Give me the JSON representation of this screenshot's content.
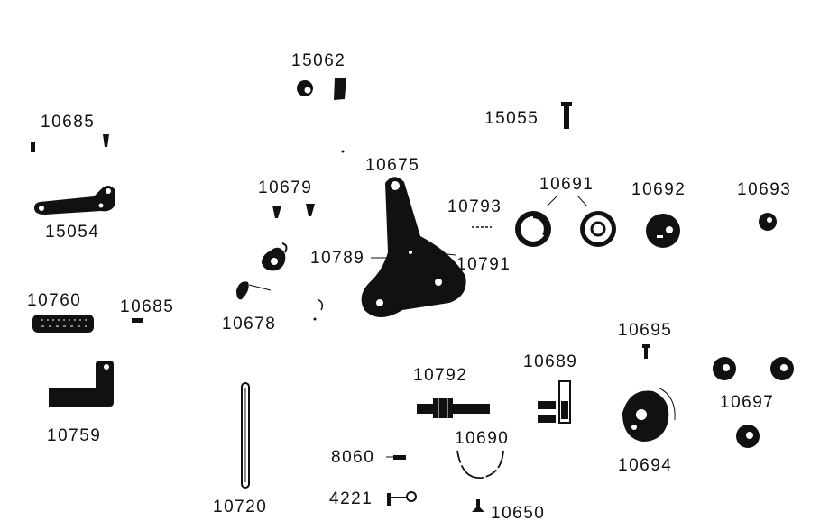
{
  "labels": {
    "p15062": "15062",
    "p10685a": "10685",
    "p15055": "15055",
    "p10675": "10675",
    "p10679": "10679",
    "p10691": "10691",
    "p10692": "10692",
    "p10693": "10693",
    "p15054": "15054",
    "p10793": "10793",
    "p10789": "10789",
    "p10791": "10791",
    "p10760": "10760",
    "p10685b": "10685",
    "p10678": "10678",
    "p10695": "10695",
    "p10689": "10689",
    "p10792": "10792",
    "p10697": "10697",
    "p10759": "10759",
    "p10690": "10690",
    "p10694": "10694",
    "p8060": "8060",
    "p10720": "10720",
    "p4221": "4221",
    "p10650": "10650"
  }
}
